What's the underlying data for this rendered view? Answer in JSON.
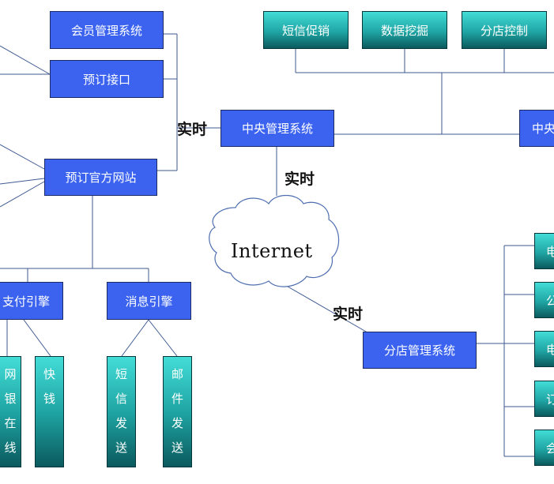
{
  "nodes": {
    "member_system": "会员管理系统",
    "booking_interface": "预订接口",
    "central_system": "中央管理系统",
    "booking_website": "预订官方网站",
    "sms_promo": "短信促销",
    "data_mining": "数据挖掘",
    "branch_control": "分店控制",
    "central_right_partial": "中央",
    "payment_engine": "支付引擎",
    "message_engine": "消息引擎",
    "branch_system": "分店管理系统"
  },
  "vertical_nodes": {
    "online_banking": [
      "网",
      "银",
      "在",
      "线"
    ],
    "kuaiqian": [
      "快",
      "钱"
    ],
    "sms_send": [
      "短",
      "信",
      "发",
      "送"
    ],
    "email_send": [
      "邮",
      "件",
      "发",
      "送"
    ]
  },
  "right_partial_nodes": [
    "电",
    "公",
    "电",
    "订",
    "会"
  ],
  "cloud": {
    "label": "Internet"
  },
  "edge_labels": {
    "realtime_left": "实时",
    "realtime_center": "实时",
    "realtime_bottom": "实时"
  },
  "colors": {
    "blue_box": "#3b63f0",
    "teal_box": "#1fa5a4",
    "line": "#3e5a92"
  }
}
